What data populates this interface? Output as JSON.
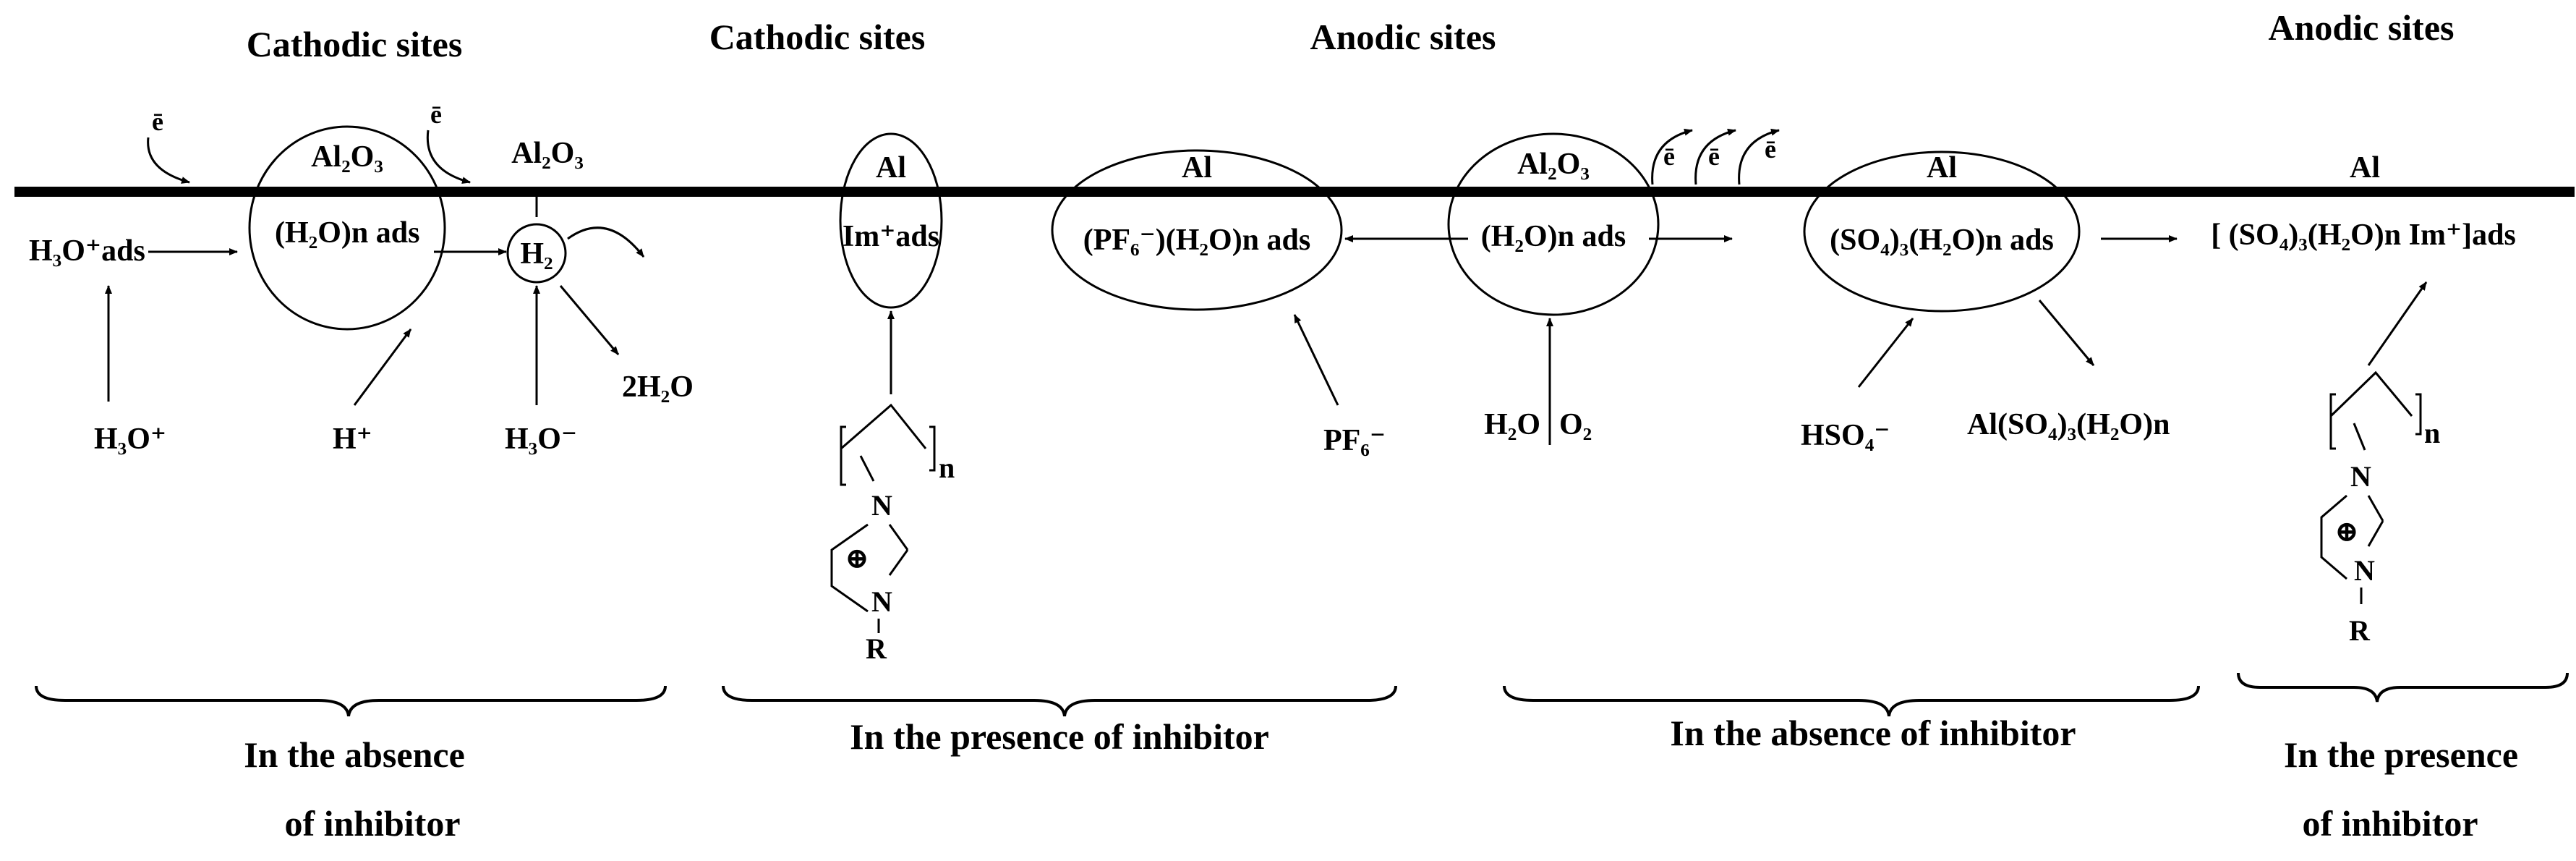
{
  "headers": {
    "cathodic_1": "Cathodic sites",
    "cathodic_2": "Cathodic sites",
    "anodic_1": "Anodic sites",
    "anodic_2": "Anodic sites"
  },
  "panel1": {
    "electron_1": "ē",
    "electron_2": "ē",
    "oxide_circle_top": "Al₂O₃",
    "oxide_right": "Al₂O₃",
    "h3o_ads": "H₃O⁺ads",
    "water_ads": "(H₂O)n ads",
    "h2": "H₂",
    "two_h2o": "2H₂O",
    "h3o_bottom": "H₃O⁺",
    "h_plus": "H⁺",
    "h3o_bottom_2": "H₃O⁻",
    "caption_line1": "In the absence",
    "caption_line2": "of inhibitor"
  },
  "panel2": {
    "al_small": "Al",
    "im_ads": "Im⁺ads",
    "al_large": "Al",
    "pf6_complex": "(PF₆⁻)(H₂O)n ads",
    "pf6_ion": "PF₆⁻",
    "n_label": "n",
    "atom_n_top": "N",
    "atom_n_bottom": "N",
    "atom_r": "R",
    "charge_symbol": "⊕",
    "caption": "In the presence of inhibitor"
  },
  "panel3": {
    "oxide": "Al₂O₃",
    "water_ads": "(H₂O)n ads",
    "electrons": [
      "ē",
      "ē",
      "ē"
    ],
    "h2o": "H₂O",
    "o2": "O₂",
    "al": "Al",
    "sulfate_complex": "(SO₄)₃(H₂O)n ads",
    "hso4": "HSO₄⁻",
    "al_sulfate": "Al(SO₄)₃(H₂O)n",
    "caption": "In the  absence  of inhibitor"
  },
  "panel4": {
    "al": "Al",
    "complex": "[ (SO₄)₃(H₂O)n Im⁺]ads",
    "n_label": "n",
    "atom_n_top": "N",
    "atom_n_bottom": "N",
    "atom_r": "R",
    "charge_symbol": "⊕",
    "caption_line1": "In the presence",
    "caption_line2": "of inhibitor"
  }
}
